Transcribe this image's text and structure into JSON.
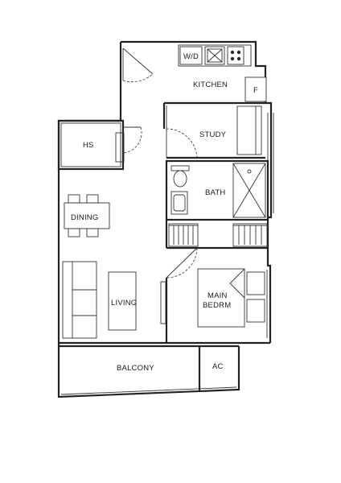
{
  "rooms": {
    "washer_dryer": "W/D",
    "kitchen": "KITCHEN",
    "fridge": "F",
    "household_shelter": "HS",
    "study": "STUDY",
    "bath": "BATH",
    "dining": "DINING",
    "living": "LIVING",
    "main_bedroom_line1": "MAIN",
    "main_bedroom_line2": "BEDRM",
    "balcony": "BALCONY",
    "aircon_ledge": "AC"
  }
}
